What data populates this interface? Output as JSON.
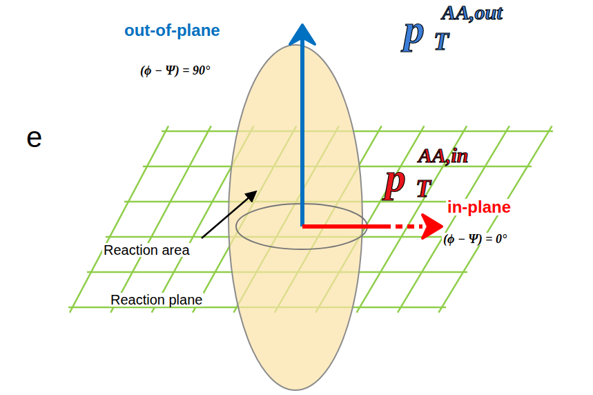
{
  "diagram": {
    "labels": [
      "e",
      "out-of-plane",
      "(ϕ − Ψ) = 90°",
      "p",
      "AA,out",
      "T",
      "p",
      "AA,in",
      "T",
      "in-plane",
      "(ϕ − Ψ) = 0°",
      "Reaction area",
      "Reaction plane"
    ]
  }
}
